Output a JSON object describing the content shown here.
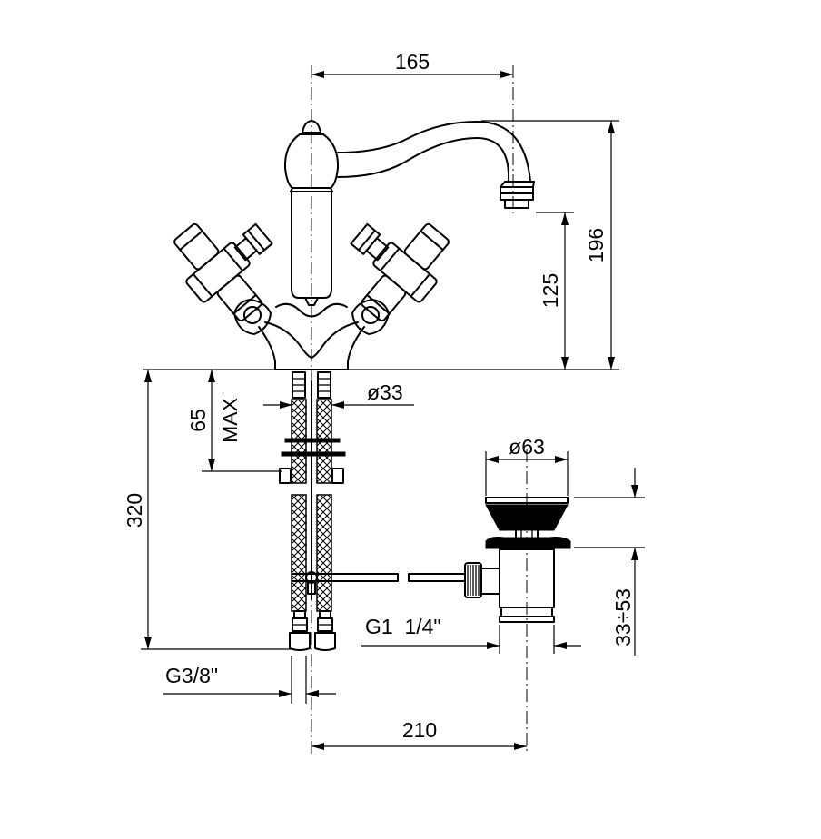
{
  "dimensions": {
    "spout_reach": "165",
    "overall_height": "196",
    "spout_height": "125",
    "inlet_diameter": "ø33",
    "max_deck_thickness": "65",
    "max_label": "MAX",
    "hose_length": "320",
    "waste_diameter": "ø63",
    "waste_thread": "G1  1/4\"",
    "waste_adjust_range": "33÷53",
    "inlet_thread": "G3/8\"",
    "tap_to_waste_distance": "210"
  }
}
